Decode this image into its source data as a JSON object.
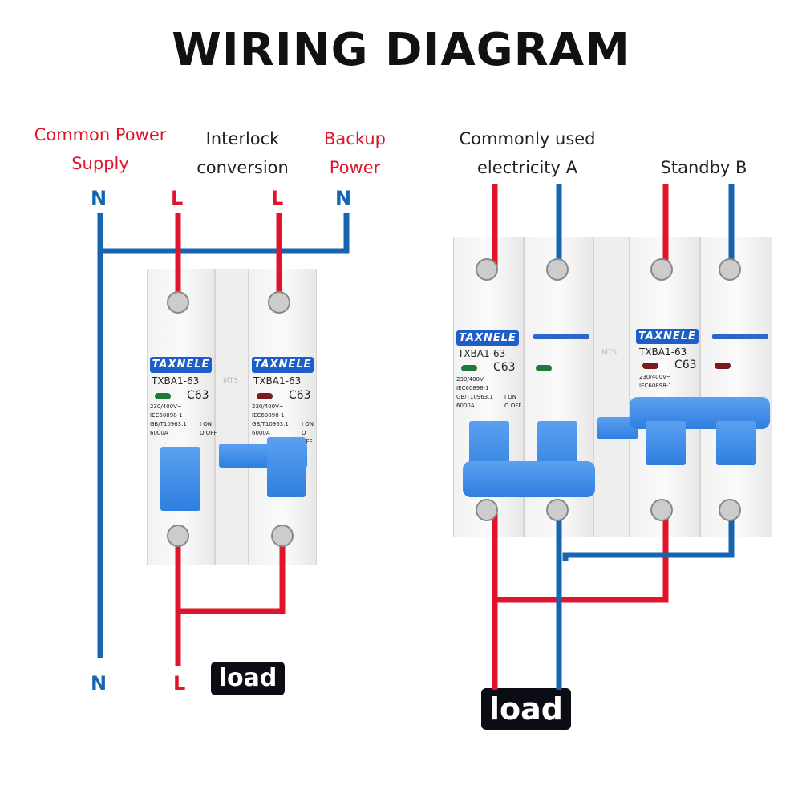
{
  "title": "WIRING DIAGRAM",
  "left": {
    "label_common": "Common Power Supply",
    "label_interlock": "Interlock conversion",
    "label_backup": "Backup Power",
    "top_terminals": [
      "N",
      "L",
      "L",
      "N"
    ],
    "bottom_terminals": [
      "N",
      "L"
    ],
    "load": "load",
    "breakers": [
      {
        "brand": "TAXNELE",
        "model": "TXBA1-63",
        "rating": "C63",
        "specs": [
          "230/400V~",
          "IEC60898-1",
          "GB/T10963.1",
          "6000A"
        ],
        "on": "I ON",
        "off": "O OFF",
        "led": "#1f7a3a"
      },
      {
        "brand": "TAXNELE",
        "model": "TXBA1-63",
        "rating": "C63",
        "specs": [
          "230/400V~",
          "IEC60898-1",
          "GB/T10963.1",
          "6000A"
        ],
        "on": "I ON",
        "off": "O OFF",
        "led": "#7a1a1a"
      }
    ],
    "mts": "MTS"
  },
  "right": {
    "label_a": "Commonly used electricity A",
    "label_b": "Standby B",
    "load": "load",
    "breakers": [
      {
        "brand": "TAXNELE",
        "model": "TXBA1-63",
        "rating": "C63",
        "specs": [
          "230/400V~",
          "IEC60898-1",
          "GB/T10963.1",
          "6000A"
        ],
        "on": "I ON",
        "off": "O OFF",
        "led": "#1f7a3a"
      },
      {
        "brand": "TAXNELE",
        "model": "TXBA1-63",
        "rating": "C63",
        "specs": [
          "230/400V~",
          "IEC60898-1"
        ],
        "led": "#7a1a1a"
      }
    ],
    "mts": "MTS"
  },
  "colors": {
    "live": "#e0142a",
    "neutral": "#1565b0",
    "handle": "#3a86e6"
  }
}
